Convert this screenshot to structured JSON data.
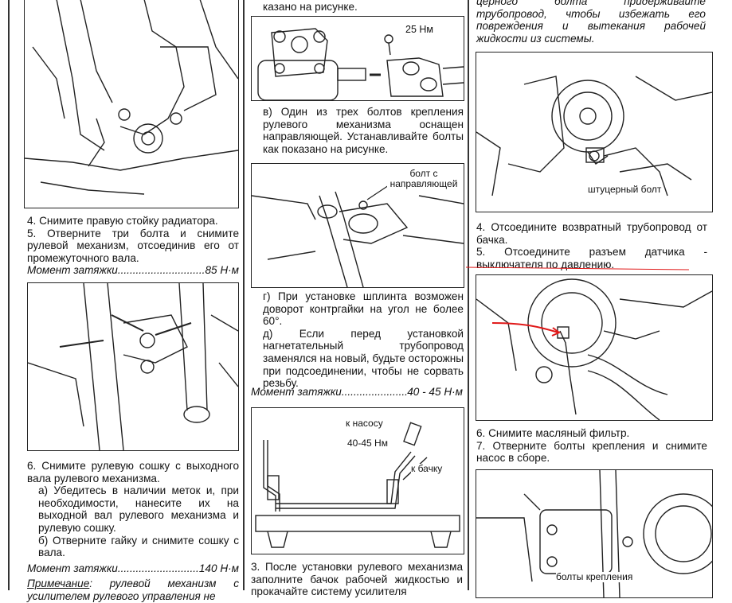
{
  "left": {
    "step4": "4. Снимите правую стойку радиатора.",
    "step5": "5. Отверните три болта и снимите рулевой механизм, отсоединив его от промежуточного вала.",
    "torque1_label": "Момент затяжки",
    "torque1_value": "85 Н·м",
    "step6": "6. Снимите рулевую сошку с выходного вала рулевого механизма.",
    "step6a": "а) Убедитесь в наличии меток и, при необходимости, нанесите их на выходной вал рулевого механизма и рулевую сошку.",
    "step6b": "б) Отверните гайку и снимите сошку с вала.",
    "torque2_label": "Момент затяжки",
    "torque2_value": "140 Н·м",
    "note_label": "Примечание",
    "note_text": ": рулевой механизм с усилителем рулевого управления не"
  },
  "middle": {
    "top_fragment": "казано на рисунке.",
    "fig1_label": "25 Нм",
    "step_v": "в) Один из трех болтов крепления рулевого механизма оснащен направляющей. Устанавливайте болты как показано на рисунке.",
    "fig2_label": "болт с направляющей",
    "step_g": "г) При установке шплинта возможен доворот контргайки на угол не более 60°.",
    "step_d": "д) Если перед установкой нагнетательный трубопровод заменялся на новый, будьте осторожны при подсоединении, чтобы не сорвать резьбу.",
    "torque_label": "Момент затяжки",
    "torque_value": "40 - 45 Н·м",
    "fig3_label_pump": "к насосу",
    "fig3_label_torque": "40-45 Нм",
    "fig3_label_tank": "к бачку",
    "step3": "3. После установки рулевого механизма заполните бачок рабочей жидкостью и прокачайте систему усилителя"
  },
  "right": {
    "top_text": "церного болта придерживайте трубопровод, чтобы избежать его повреждения и вытекания рабочей жидкости из системы.",
    "fig1_label": "штуцерный болт",
    "step4": "4. Отсоедините возвратный трубопровод от бачка.",
    "step5": "5. Отсоедините разъем датчика - выключателя по давлению.",
    "step6": "6. Снимите масляный фильтр.",
    "step7": "7. Отверните болты крепления и снимите насос в сборе.",
    "fig3_label": "болты крепления"
  },
  "colors": {
    "annotation_red": "#e01818"
  }
}
